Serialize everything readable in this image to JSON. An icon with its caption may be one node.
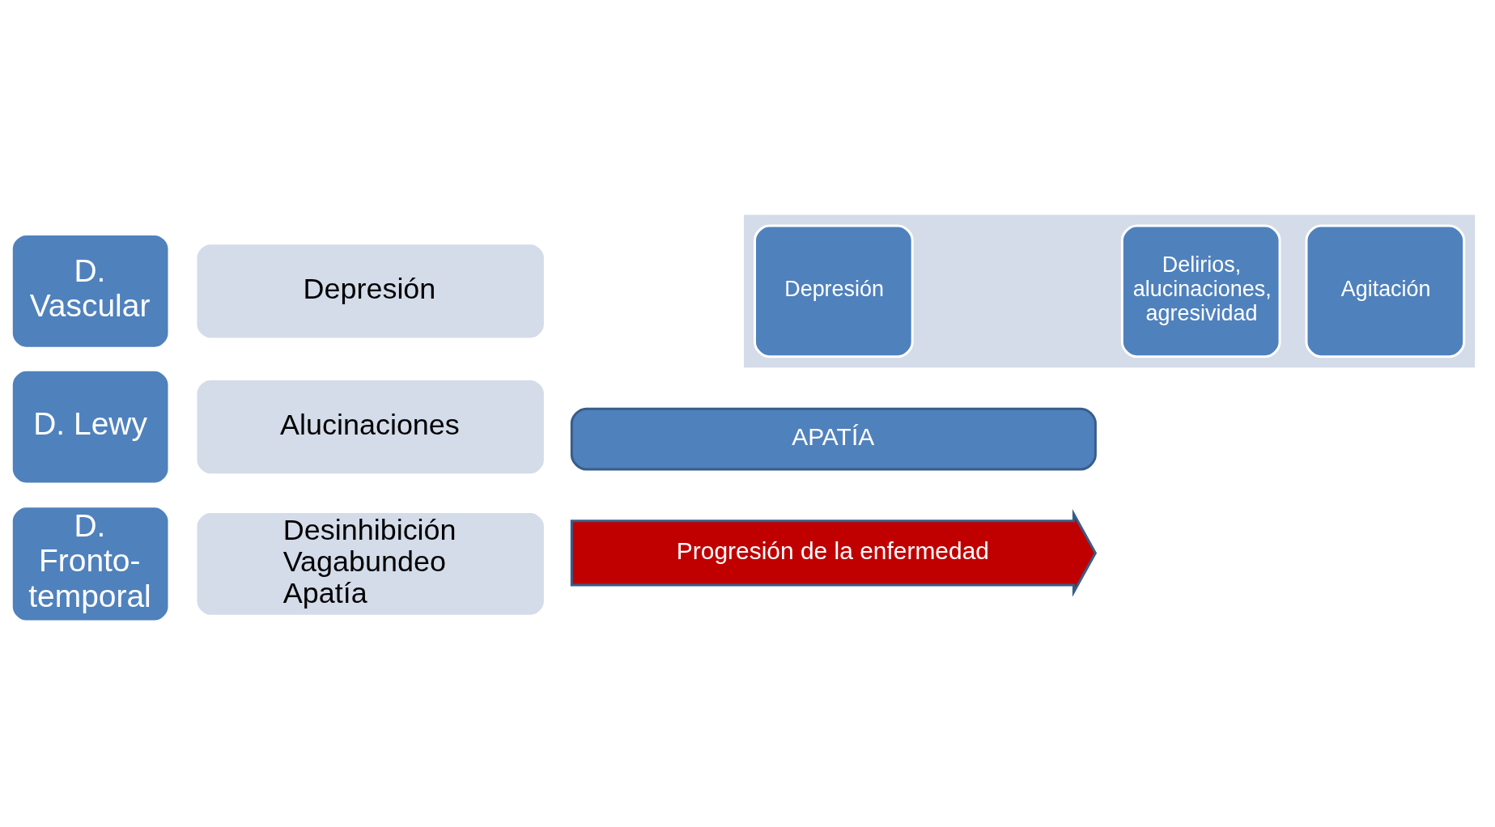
{
  "diagram": {
    "nodes": [
      {
        "text": [
          "D. Vascular"
        ]
      },
      {
        "text": [
          "Depresión"
        ]
      },
      {
        "text": [
          "D. Lewy"
        ]
      },
      {
        "text": [
          "Alucinaciones"
        ]
      },
      {
        "text": [
          "D. Fronto-temporal"
        ]
      },
      {
        "text": [
          "Desinhibición",
          "Vagabundeo",
          "Apatía"
        ]
      },
      {
        "text": [],
        "shape": "arrow"
      },
      {
        "text": [
          "Depresión"
        ],
        "in": 6
      },
      {
        "text": [
          "Delirios, alucinaciones, agresividad"
        ],
        "in": 6
      },
      {
        "text": [
          "Agitación"
        ],
        "in": 6
      },
      {
        "text": [
          "APATÍA"
        ]
      },
      {
        "text": [
          "Progresión de la enfermedad"
        ]
      }
    ],
    "edges": []
  }
}
